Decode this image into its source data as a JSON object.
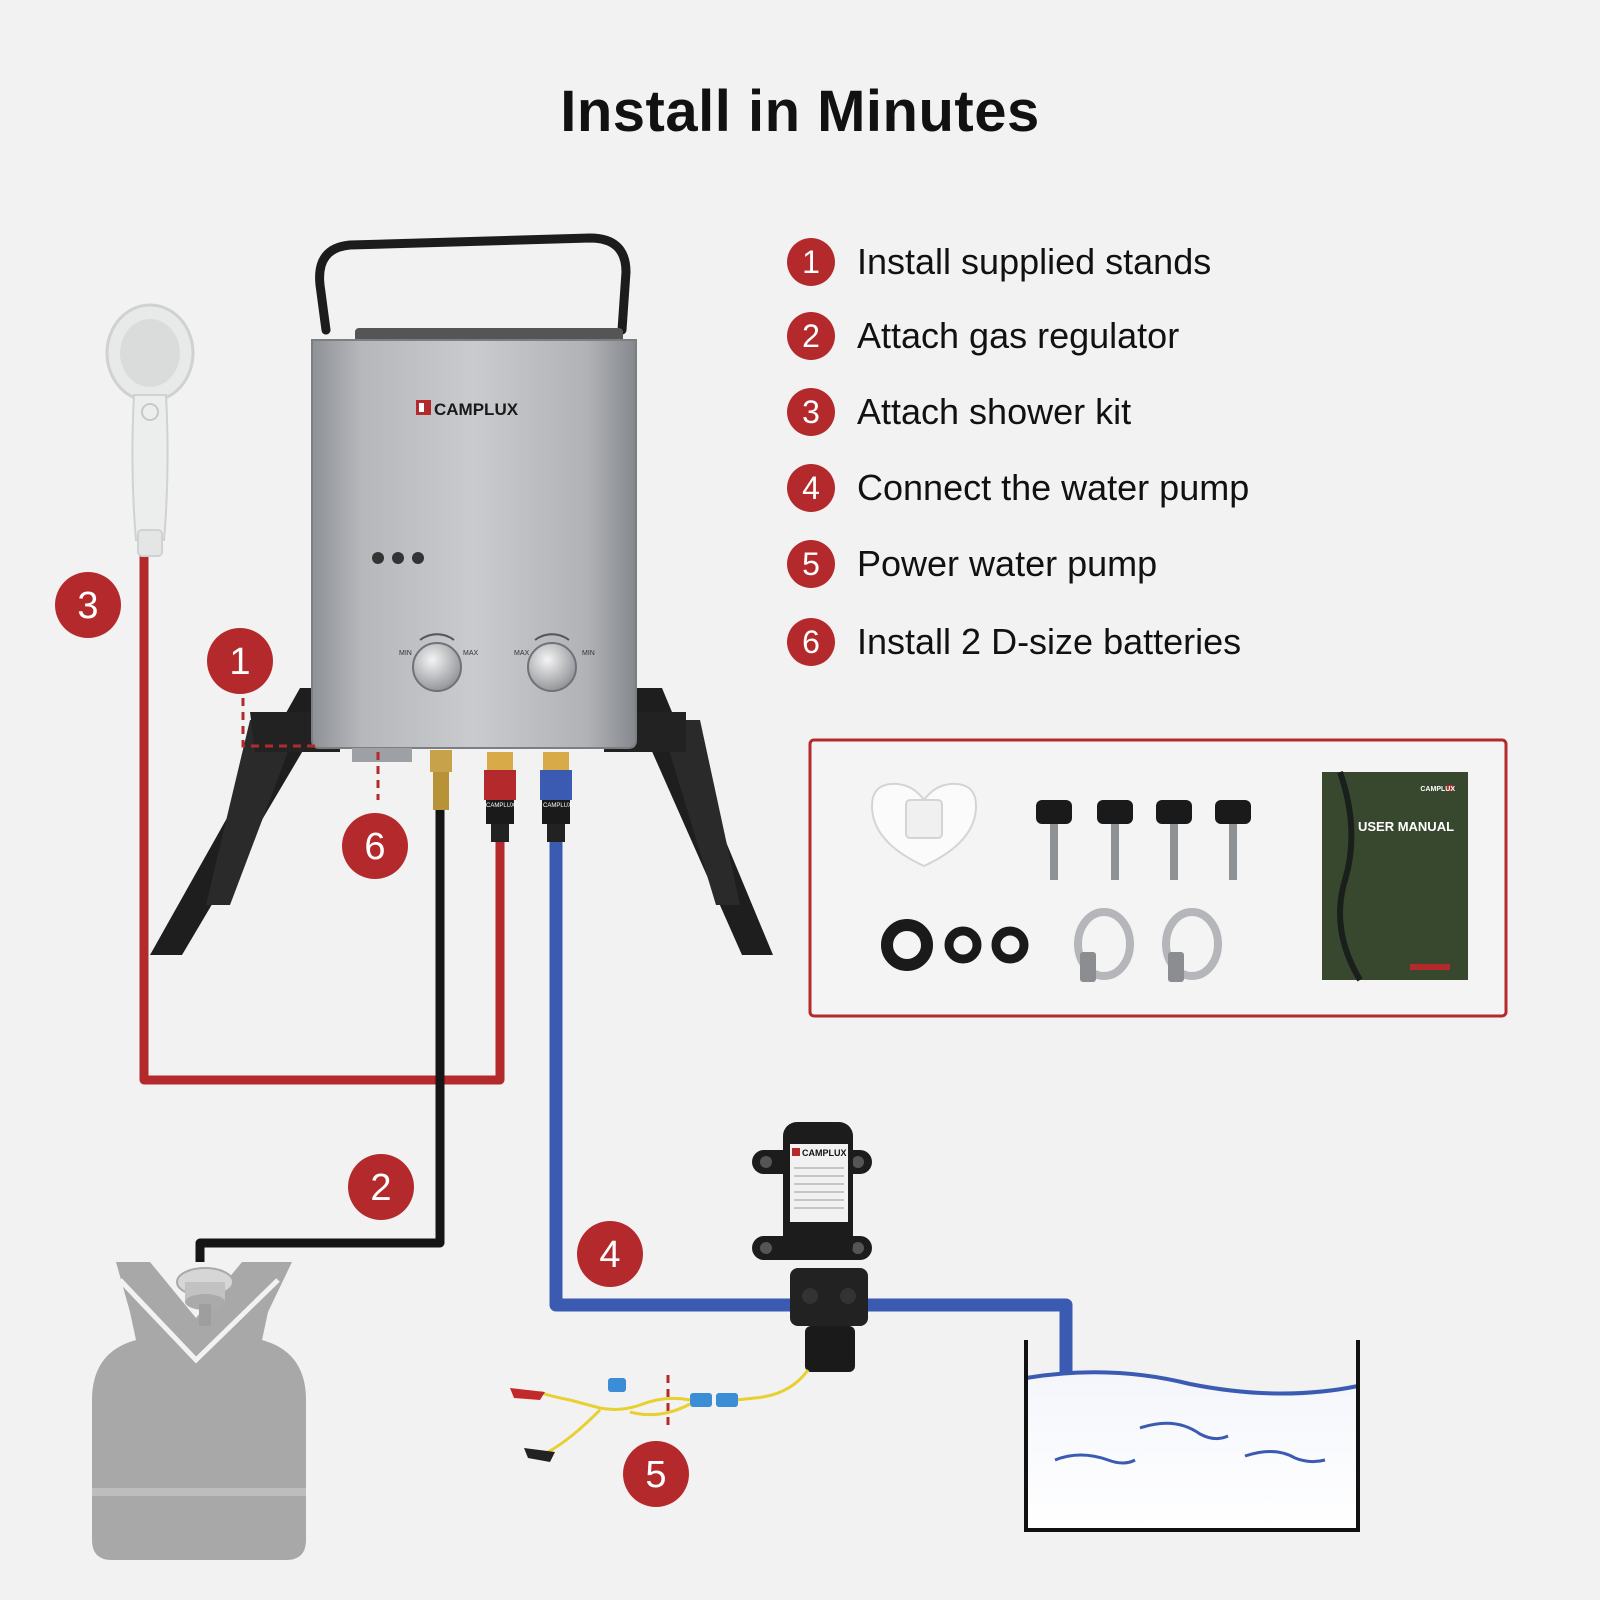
{
  "title": "Install in Minutes",
  "colors": {
    "accent_red": "#b42a2c",
    "gas_line": "#151515",
    "water_hot": "#b42a2c",
    "water_cold": "#3b5bb3",
    "background": "#f2f2f3"
  },
  "steps": [
    {
      "num": "1",
      "label": "Install supplied stands"
    },
    {
      "num": "2",
      "label": "Attach gas regulator"
    },
    {
      "num": "3",
      "label": "Attach shower kit"
    },
    {
      "num": "4",
      "label": "Connect the water pump"
    },
    {
      "num": "5",
      "label": "Power water pump"
    },
    {
      "num": "6",
      "label": "Install 2 D-size batteries"
    }
  ],
  "diagram": {
    "heater": {
      "brand": "CAMPLUX",
      "knob_left_min": "MIN",
      "knob_left_max": "MAX",
      "knob_right_max": "MAX",
      "knob_right_min": "MIN"
    },
    "callouts": [
      "3",
      "1",
      "6",
      "2",
      "4",
      "5"
    ],
    "pump": {
      "brand": "CAMPLUX"
    },
    "connector_labels": [
      "CAMPLUX",
      "CAMPLUX"
    ]
  },
  "accessories": {
    "manual_brand": "CAMPLUX",
    "manual_title": "USER MANUAL",
    "items": [
      "shower-holder",
      "thumb-screw",
      "thumb-screw",
      "thumb-screw",
      "thumb-screw",
      "rubber-washer",
      "rubber-washer",
      "rubber-washer",
      "hose-clamp",
      "hose-clamp",
      "user-manual"
    ]
  }
}
